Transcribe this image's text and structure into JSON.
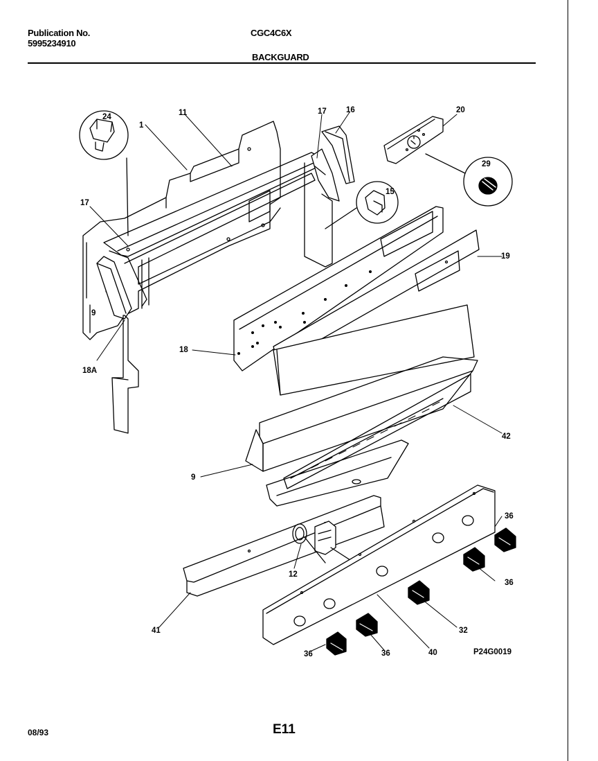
{
  "header": {
    "publication_label": "Publication No.",
    "publication_number": "5995234910",
    "model": "CGC4C6X",
    "section": "BACKGUARD"
  },
  "diagram": {
    "callouts": [
      "24",
      "1",
      "11",
      "17",
      "16",
      "20",
      "29",
      "15",
      "17",
      "19",
      "9",
      "18A",
      "18",
      "9",
      "42",
      "36",
      "12",
      "36",
      "41",
      "40",
      "32",
      "36",
      "36"
    ],
    "figure_code": "P24G0019"
  },
  "footer": {
    "date": "08/93",
    "page": "E11"
  }
}
